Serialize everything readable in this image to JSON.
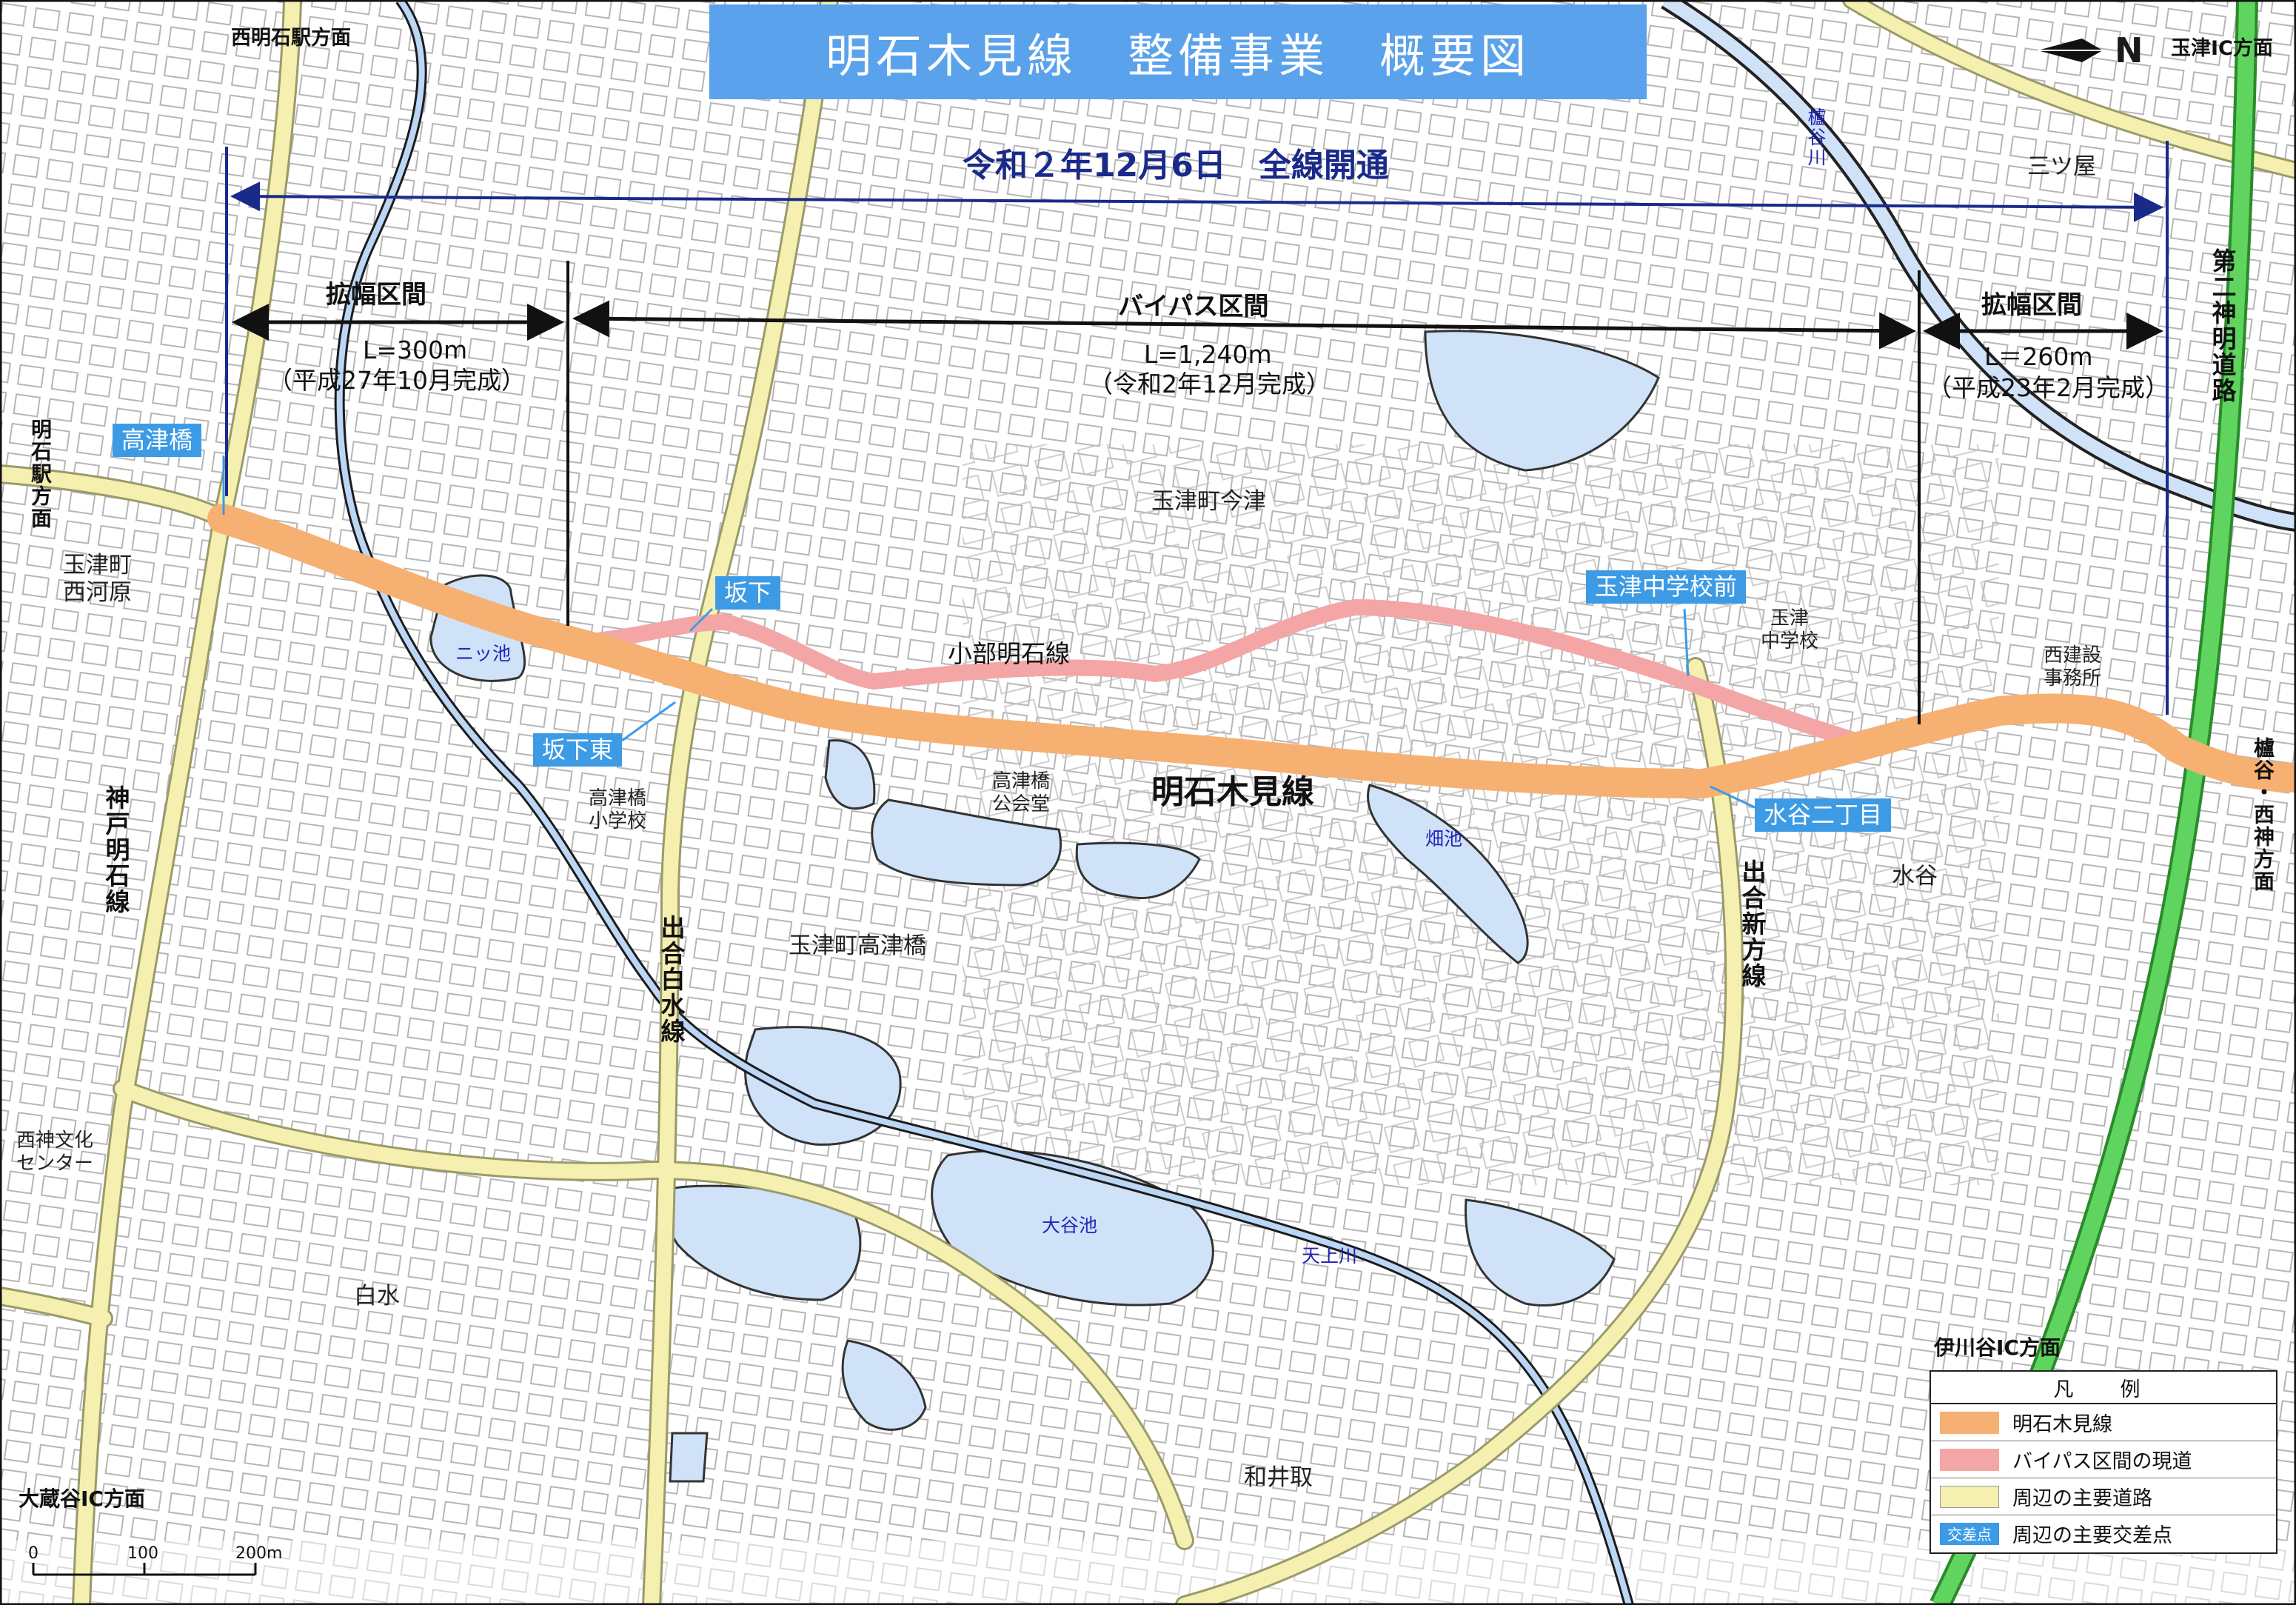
{
  "title": "明石木見線　整備事業　概要図",
  "opening": "令和２年12月6日　全線開通",
  "sections": [
    {
      "name": "拡幅区間",
      "length": "L=300m",
      "note": "（平成27年10月完成）"
    },
    {
      "name": "バイパス区間",
      "length": "L=1,240m",
      "note": "（令和2年12月完成）"
    },
    {
      "name": "拡幅区間",
      "length": "L＝260m",
      "note": "（平成23年2月完成）"
    }
  ],
  "north_label": "N",
  "directions": {
    "nishi_akashi": "西明石駅方面",
    "tamatsu_ic": "玉津IC方面",
    "akashi_station": "明石駅方面",
    "okuradani_ic": "大蔵谷IC方面",
    "ikawadani_ic": "伊川谷IC方面",
    "kashiwadani_seishin": "櫨谷・西神方面"
  },
  "intersections": [
    "高津橋",
    "坂下",
    "坂下東",
    "玉津中学校前",
    "水谷二丁目"
  ],
  "roads": {
    "main": "明石木見線",
    "kobe_akashi": "神戸明石線",
    "deai_shirouzu": "出合白水線",
    "kobe_akashi_sub": "小部明石線",
    "deai_shinpo": "出合新方線",
    "daiichi_shinmei": "第二神明道路"
  },
  "places": {
    "tamatsu_nishikawara": "玉津町\n西河原",
    "tamatsu_imazu": "玉津町今津",
    "tamatsu_takatsubashi": "玉津町高津橋",
    "shirouzu": "白水",
    "wadedori": "和井取",
    "mizutani": "水谷",
    "mitsuya": "三ツ屋",
    "tamatsu_jhs": "玉津\n中学校",
    "nishi_kensetsu": "西建設\n事務所",
    "takatsubashi_es": "高津橋\n小学校",
    "takatsubashi_hall": "高津橋\n公会堂",
    "seishin_bunka": "西神文化\nセンター"
  },
  "water": {
    "futatsu_ike": "ニッ池",
    "hata_ike": "畑池",
    "otani_ike": "大谷池",
    "tenjo_river": "天上川",
    "kashiwadani_river": "櫨谷川"
  },
  "legend": {
    "title": "凡　例",
    "items": [
      {
        "label": "明石木見線",
        "color": "#f6b072"
      },
      {
        "label": "バイパス区間の現道",
        "color": "#f4a6a6"
      },
      {
        "label": "周辺の主要道路",
        "color": "#f5f0b0"
      },
      {
        "label": "周辺の主要交差点",
        "badge": "交差点"
      }
    ]
  },
  "scale": {
    "ticks": [
      "0",
      "100",
      "200m"
    ]
  },
  "colors": {
    "main_road": "#f6b072",
    "bypass_existing": "#f4a6a6",
    "major_road": "#f5f0b0",
    "expressway": "#5fd55f",
    "water": "#cfe2f8",
    "title_bg": "#5aa2ec",
    "intersection_badge": "#3d9be6",
    "section_arrow": "#1a2a8a"
  }
}
